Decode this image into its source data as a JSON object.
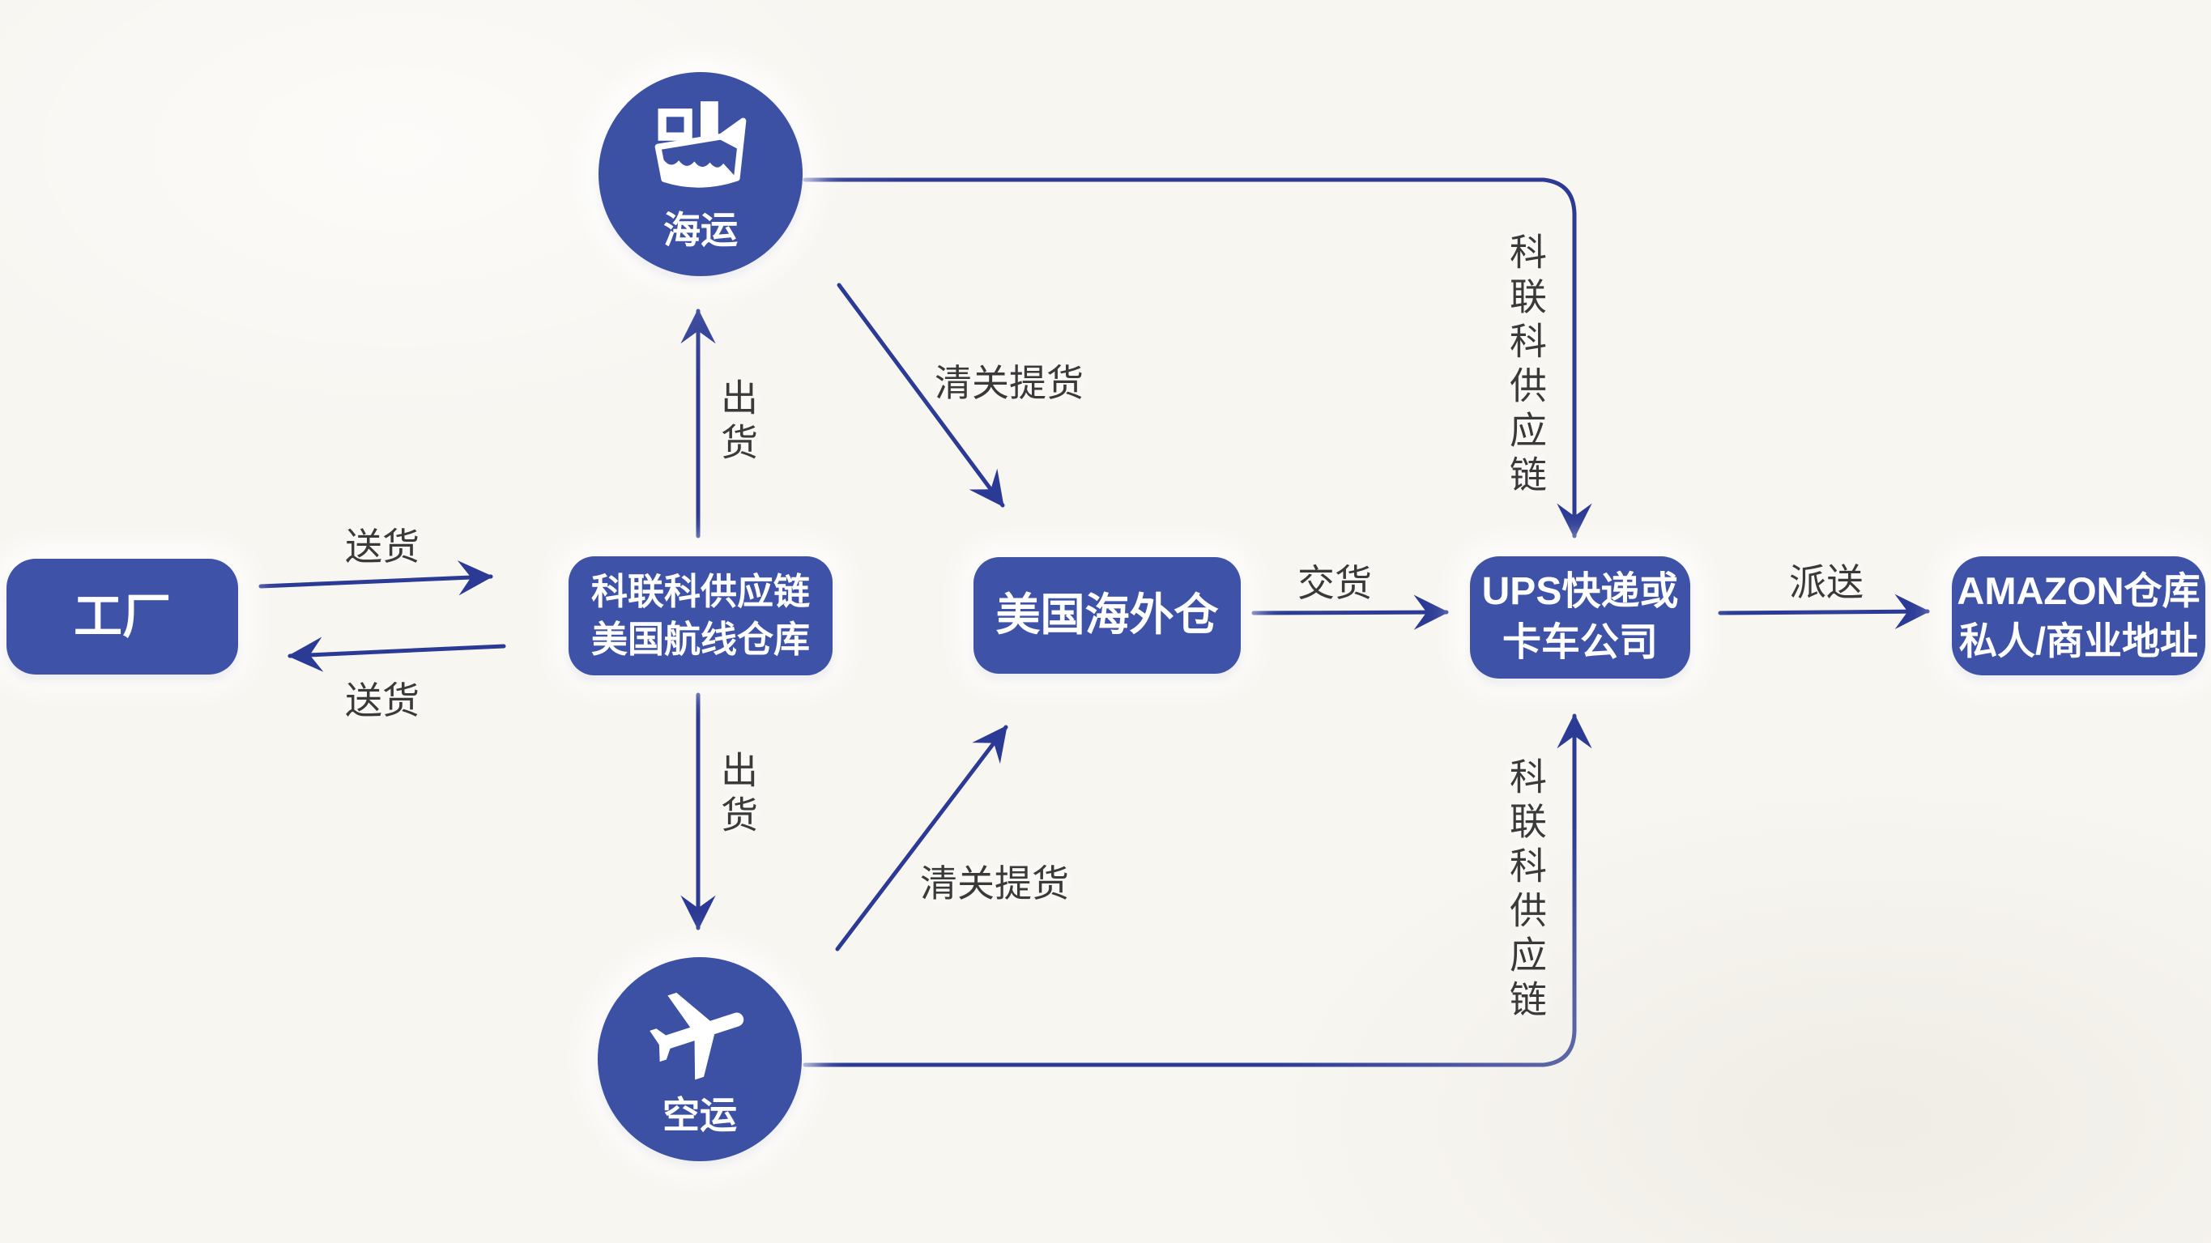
{
  "diagram": {
    "colors": {
      "background": "#f8f6f1",
      "node_fill": "#3e53a7",
      "circle_fill": "#3c50a4",
      "node_text": "#ffffff",
      "arrow": "#2b3a94",
      "edge_label_text": "#3a3a3a"
    },
    "nodes": {
      "factory": {
        "label": "工厂"
      },
      "klk_warehouse": {
        "line1": "科联科供应链",
        "line2": "美国航线仓库"
      },
      "sea_freight": {
        "label": "海运",
        "icon": "cargo-ship-icon"
      },
      "air_freight": {
        "label": "空运",
        "icon": "airplane-icon"
      },
      "us_overseas_warehouse": {
        "label": "美国海外仓"
      },
      "ups_trucking": {
        "line1": "UPS快递或",
        "line2": "卡车公司"
      },
      "amazon_address": {
        "line1": "AMAZON仓库",
        "line2": "私人/商业地址"
      }
    },
    "edge_labels": {
      "deliver_top": "送货",
      "deliver_bottom": "送货",
      "ship_out_to_sea": "出货",
      "ship_out_to_air": "出货",
      "customs_pickup_sea": "清关提货",
      "customs_pickup_air": "清关提货",
      "handover": "交货",
      "dispatch": "派送",
      "supply_chain_sea_route": "科联科供应链",
      "supply_chain_air_route": "科联科供应链"
    }
  }
}
